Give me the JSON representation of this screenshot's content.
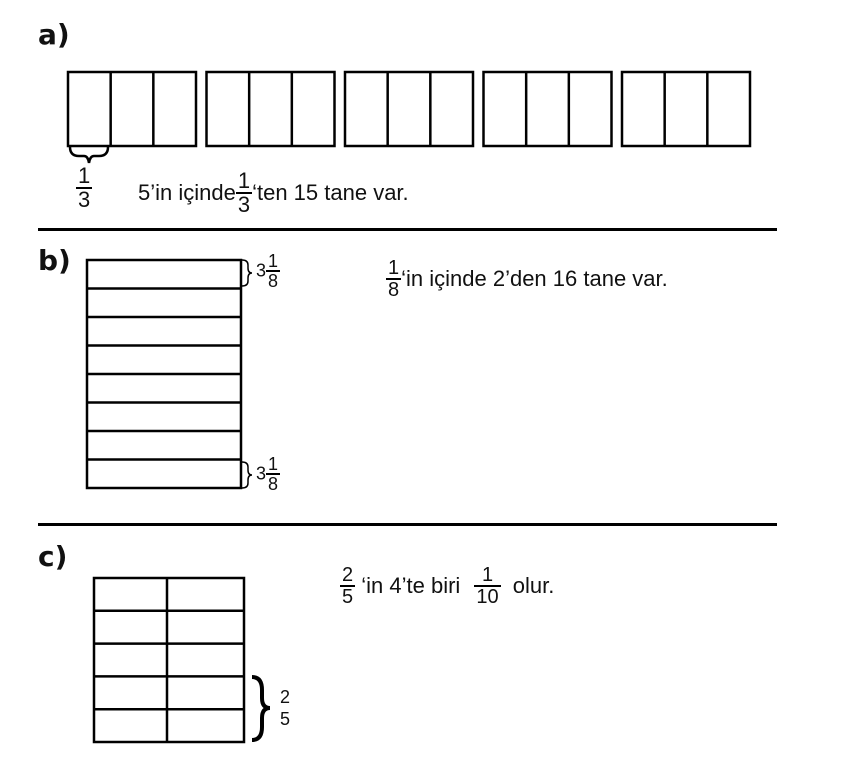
{
  "part_a": {
    "label": "a)",
    "group_count": 5,
    "parts_per_group": 3,
    "brace_fraction": {
      "num": "1",
      "den": "3"
    },
    "sentence_pre": "5’in içinde",
    "sentence_fraction": {
      "num": "1",
      "den": "3"
    },
    "sentence_post": "‘ten 15 tane var."
  },
  "part_b": {
    "label": "b)",
    "strip_count": 8,
    "top_brace": {
      "whole": "3",
      "num": "1",
      "den": "8"
    },
    "bottom_brace": {
      "whole": "3",
      "num": "1",
      "den": "8"
    },
    "sentence_fraction": {
      "num": "1",
      "den": "8"
    },
    "sentence_post": "‘in içinde 2’den 16 tane var."
  },
  "part_c": {
    "label": "c)",
    "rows": 5,
    "columns": 2,
    "brace_num": "2",
    "brace_den": "5",
    "sentence_fraction1": {
      "num": "2",
      "den": "5"
    },
    "sentence_mid": "‘in 4’te biri",
    "sentence_fraction2": {
      "num": "1",
      "den": "10"
    },
    "sentence_post": "olur."
  }
}
